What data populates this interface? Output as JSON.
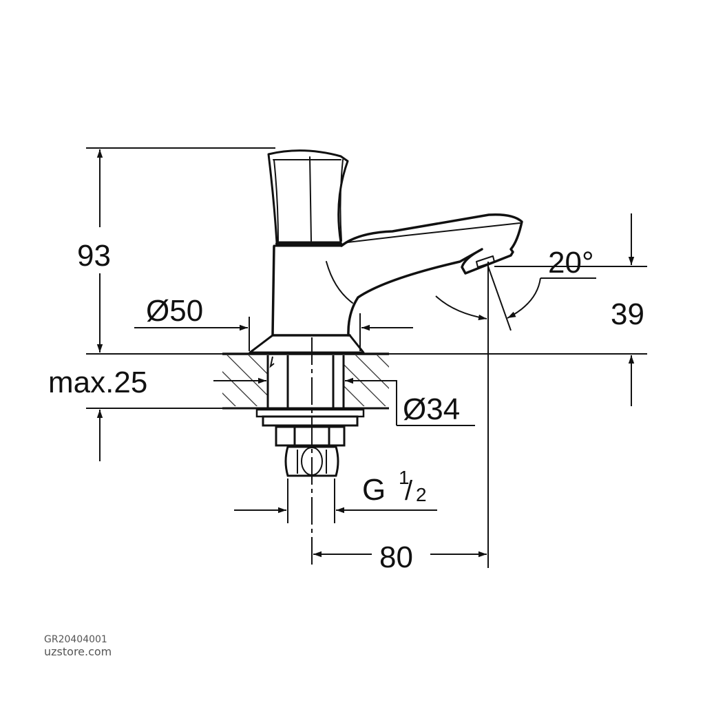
{
  "drawing": {
    "subject": "single tap faucet dimension drawing",
    "units": "mm",
    "line_color": "#111111",
    "background": "#ffffff"
  },
  "dimensions": {
    "height_total": "93",
    "base_diameter": "Ø50",
    "max_thickness": "max.25",
    "hole_diameter": "Ø34",
    "thread": {
      "main": "G",
      "num": "1",
      "den": "2"
    },
    "projection": "80",
    "spout_height": "39",
    "spout_angle": "20°"
  },
  "caption": {
    "product_code": "GR20404001",
    "site": "uzstore.com"
  }
}
